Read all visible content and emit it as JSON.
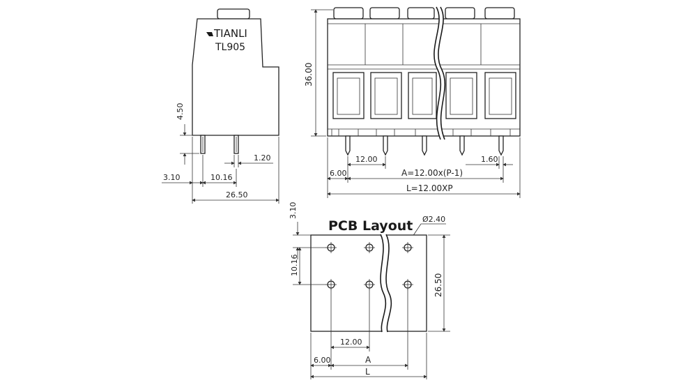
{
  "side_view": {
    "brand": "TIANLI",
    "model": "TL905",
    "dims": {
      "height_pin": "4.50",
      "pin_width": "1.20",
      "offset": "3.10",
      "pitch_row": "10.16",
      "depth": "26.50"
    }
  },
  "front_view": {
    "dims": {
      "height": "36.00",
      "pitch": "12.00",
      "pin": "1.60",
      "edge": "6.00",
      "a_formula": "A=12.00x(P-1)",
      "l_formula": "L=12.00XP"
    }
  },
  "pcb_layout": {
    "title": "PCB Layout",
    "hole_dia": "Ø2.40",
    "dims": {
      "top_offset": "3.10",
      "row_pitch": "10.16",
      "depth": "26.50",
      "pitch": "12.00",
      "edge": "6.00",
      "a": "A",
      "l": "L"
    }
  },
  "colors": {
    "line": "#222222",
    "background": "#ffffff"
  }
}
